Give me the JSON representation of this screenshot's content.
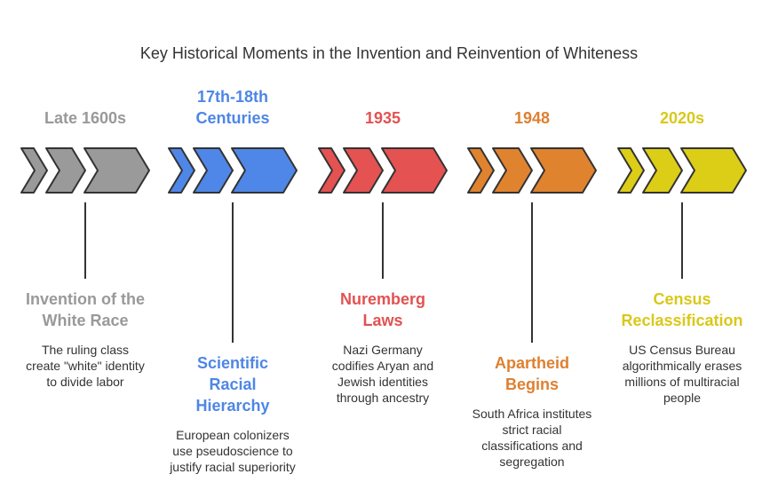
{
  "title": "Key Historical Moments in the Invention and Reinvention of Whiteness",
  "events": [
    {
      "year": "Late 1600s",
      "heading": "Invention of the White Race",
      "description": "The ruling class create \"white\" identity to divide labor",
      "color": "#999999",
      "fill": "#9a9a9a",
      "fill_icon": "chevron-icon"
    },
    {
      "year": "17th-18th Centuries",
      "heading": "Scientific Racial Hierarchy",
      "description": "European colonizers use pseudoscience to justify racial superiority",
      "color": "#4e86e6",
      "fill": "#4f87e8"
    },
    {
      "year": "1935",
      "heading": "Nuremberg Laws",
      "description": "Nazi Germany codifies Aryan and Jewish identities through ancestry",
      "color": "#e25252",
      "fill": "#e55252"
    },
    {
      "year": "1948",
      "heading": "Apartheid Begins",
      "description": "South Africa institutes strict racial classifications and segregation",
      "color": "#de8030",
      "fill": "#e0832f"
    },
    {
      "year": "2020s",
      "heading": "Census Reclassification",
      "description": "US Census Bureau algorithmically erases millions of multiracial people",
      "color": "#d9c81a",
      "fill": "#dccd17"
    }
  ]
}
